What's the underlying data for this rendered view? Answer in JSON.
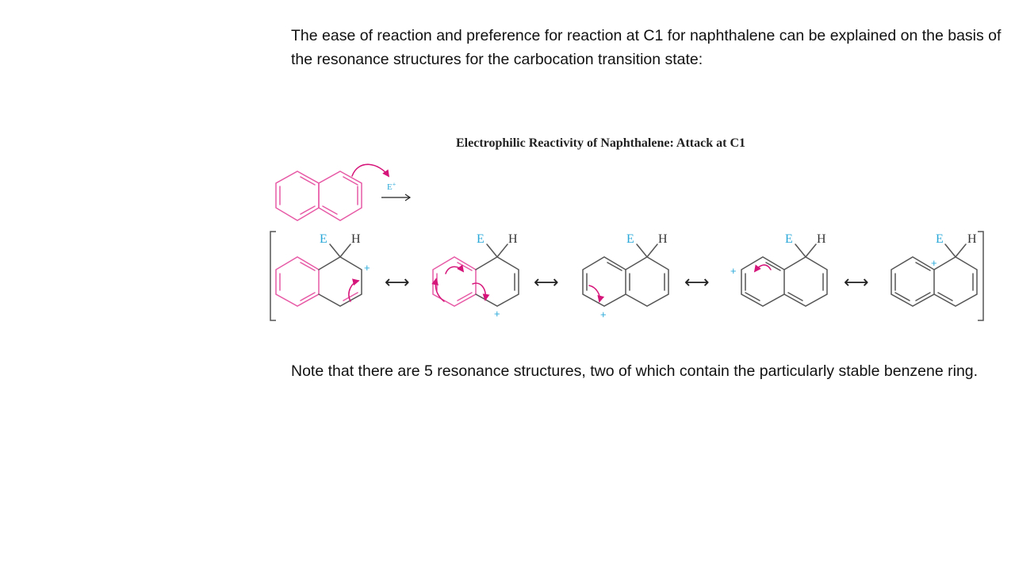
{
  "slide": {
    "intro_text": "The ease of reaction and preference for reaction at C1 for naphthalene can be explained on the basis of the resonance structures for the carbocation transition state:",
    "note_text": "Note that there are 5 resonance structures, two of which contain the particularly stable benzene ring."
  },
  "figure": {
    "title": "Electrophilic Reactivity of Naphthalene: Attack at C1",
    "reagent_label": "E",
    "reagent_charge": "+",
    "substituent_e": "E",
    "substituent_h": "H",
    "charge_symbol": "+",
    "resonance_arrow": "⟷",
    "structure_count": 5
  },
  "colors": {
    "bond": "#555555",
    "highlight": "#e75aa6",
    "arrow": "#d6157a",
    "label_blue": "#29a8d8",
    "text": "#111111"
  }
}
